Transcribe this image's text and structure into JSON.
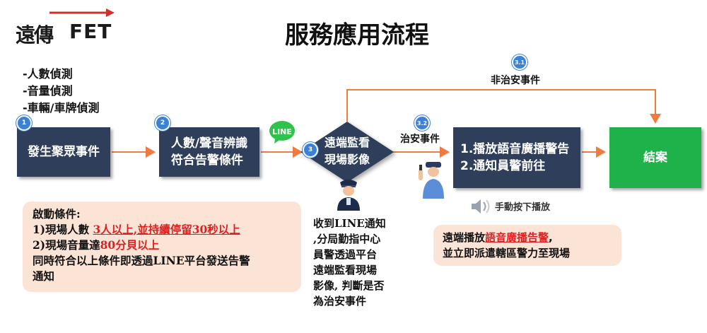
{
  "logo": {
    "chinese": "遠傳",
    "english": "FET"
  },
  "title": "服務應用流程",
  "detection_list": [
    "-人數偵測",
    "-音量偵測",
    "-車輛/車牌偵測"
  ],
  "steps": {
    "s1": {
      "number": "1",
      "label": "發生聚眾事件"
    },
    "s2": {
      "number": "2",
      "label_line1": "人數/聲音辨識",
      "label_line2": "符合告警條件"
    },
    "s3": {
      "number": "3",
      "label_line1": "遠端監看",
      "label_line2": "現場影像"
    },
    "s31": {
      "number": "3.1",
      "label": "非治安事件"
    },
    "s32": {
      "number": "3.2",
      "label": "治安事件"
    },
    "s4": {
      "label_line1": "1.播放語音廣播警告",
      "label_line2": "2.通知員警前往"
    },
    "s5": {
      "label": "結案"
    }
  },
  "line_badge": "LINE",
  "conditions": {
    "title": "啟動條件:",
    "line1_prefix": "1)現場人數 ",
    "line1_red": "3人以上,並持續停留30秒以上",
    "line2_prefix": "2)現場音量達",
    "line2_red": "80分貝以上",
    "line3": "同時符合以上條件即透過LINE平台發送告警",
    "line4": "通知"
  },
  "receive_note": [
    "收到LINE通知",
    ",分局勤指中心",
    "員警透過平台",
    "遠端監看現場",
    "影像, 判斷是否",
    "為治安事件"
  ],
  "speaker_note": "手動按下播放",
  "remote_note": {
    "prefix": "遠端播放",
    "red": "語音廣播告警",
    "suffix": ",",
    "line2": "並立即派遣轄區警力至現場"
  },
  "colors": {
    "box": "#2f3e5a",
    "end_box": "#1fb14a",
    "arrow": "#f07b3f",
    "step_badge": "#3b82d6",
    "panel": "#fbe3d6",
    "highlight": "#e0201f",
    "line_green": "#2ec34a"
  },
  "icons": [
    "logo-arrow-icon",
    "line-app-icon",
    "police-officer-icon",
    "police-signal-icon",
    "speaker-icon"
  ]
}
